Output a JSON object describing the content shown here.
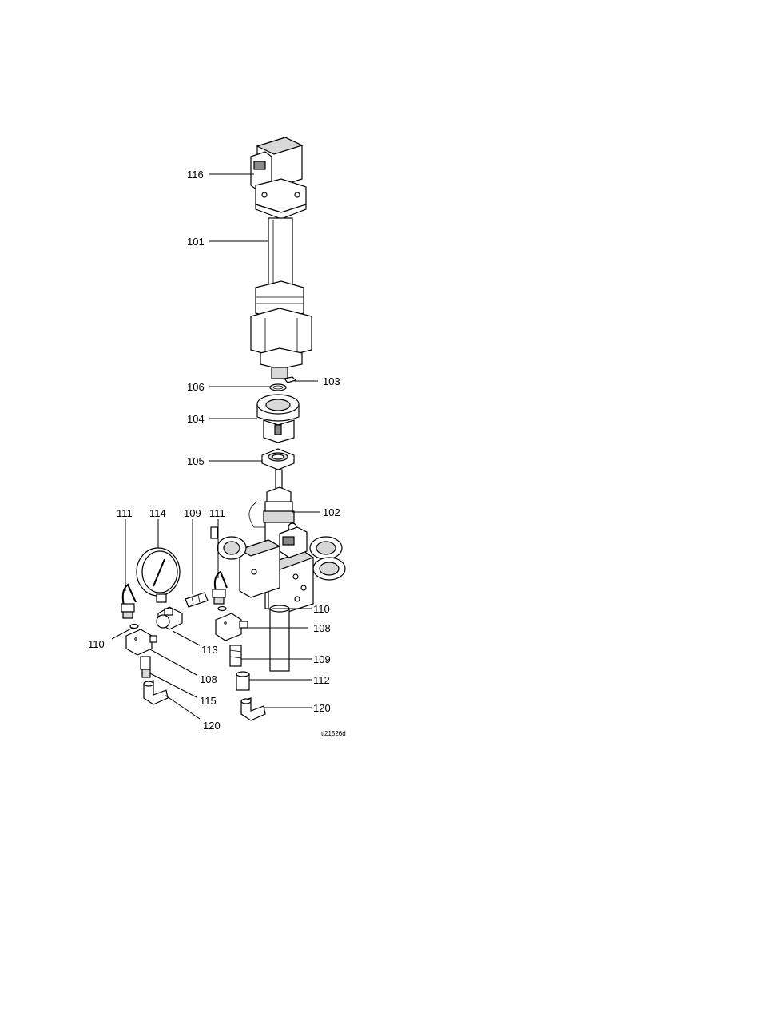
{
  "figure": {
    "id": "ti21526d",
    "callouts": {
      "c116": "116",
      "c101": "101",
      "c103": "103",
      "c106": "106",
      "c104": "104",
      "c105": "105",
      "c102": "102",
      "c111a": "111",
      "c114": "114",
      "c109a": "109",
      "c111b": "111",
      "c110a": "110",
      "c108a": "108",
      "c110b": "110",
      "c113": "113",
      "c109b": "109",
      "c108b": "108",
      "c112": "112",
      "c115": "115",
      "c120a": "120",
      "c120b": "120"
    }
  }
}
